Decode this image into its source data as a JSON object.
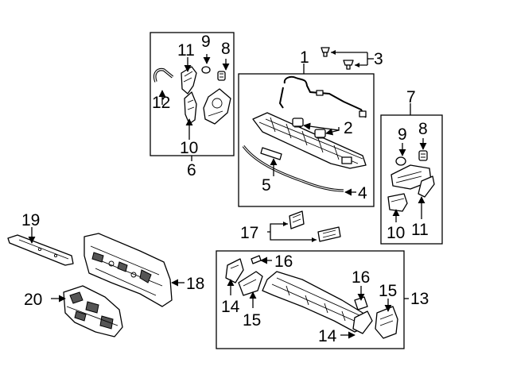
{
  "diagram": {
    "callouts": {
      "c1": "1",
      "c2": "2",
      "c3": "3",
      "c4": "4",
      "c5": "5",
      "c6": "6",
      "c7": "7",
      "c8a": "8",
      "c8b": "8",
      "c9a": "9",
      "c9b": "9",
      "c10a": "10",
      "c10b": "10",
      "c11a": "11",
      "c11b": "11",
      "c12": "12",
      "c13": "13",
      "c14a": "14",
      "c14b": "14",
      "c15a": "15",
      "c15b": "15",
      "c16a": "16",
      "c16b": "16",
      "c17": "17",
      "c18": "18",
      "c19": "19",
      "c20": "20"
    }
  }
}
